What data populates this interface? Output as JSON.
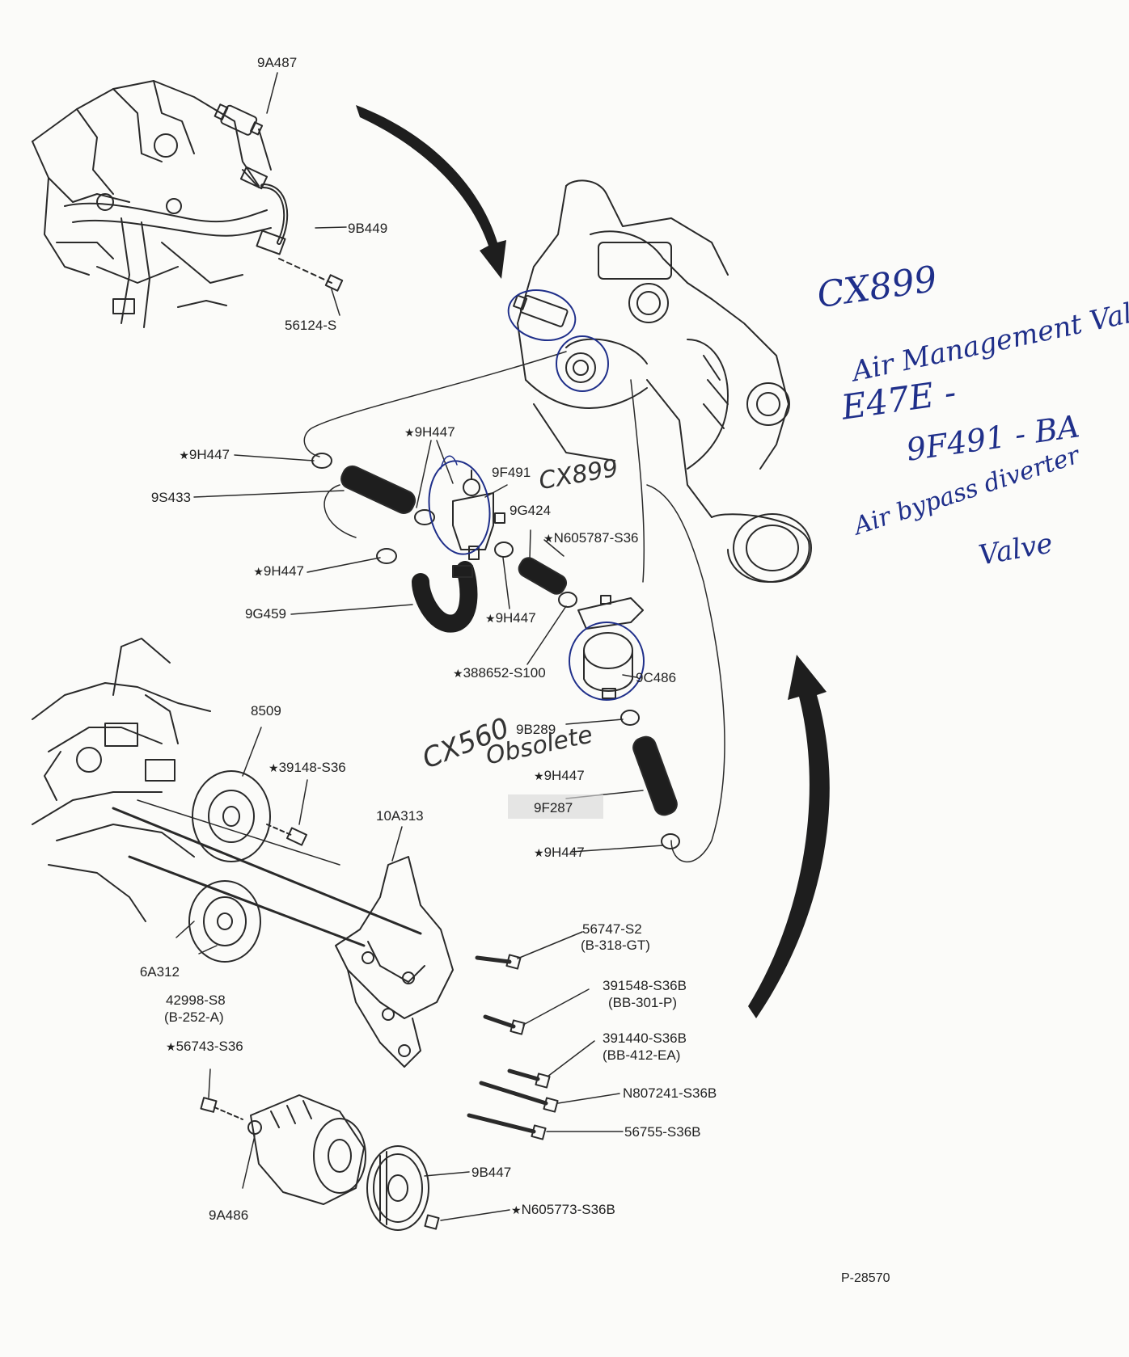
{
  "labels": {
    "p9A487": "9A487",
    "p9B449": "9B449",
    "p56124S": "56124-S",
    "p9H447a": "9H447",
    "p9H447b": "9H447",
    "p9S433": "9S433",
    "p9F491": "9F491",
    "p9G424": "9G424",
    "pN605787": "N605787-S36",
    "p9H447c": "9H447",
    "p9G459": "9G459",
    "p9H447d": "9H447",
    "p388652": "388652-S100",
    "p9C486": "9C486",
    "p9B289": "9B289",
    "p9H447e": "9H447",
    "p9F287": "9F287",
    "p9H447f": "9H447",
    "p8509": "8509",
    "p39148": "39148-S36",
    "p10A313": "10A313",
    "p56747": "56747-S2",
    "p56747sub": "(B-318-GT)",
    "p6A312": "6A312",
    "p42998": "42998-S8",
    "p42998sub": "(B-252-A)",
    "p391548": "391548-S36B",
    "p391548sub": "(BB-301-P)",
    "p391440": "391440-S36B",
    "p391440sub": "(BB-412-EA)",
    "p56743": "56743-S36",
    "pN807241": "N807241-S36B",
    "p56755": "56755-S36B",
    "p9B447": "9B447",
    "p9A486": "9A486",
    "pN605773": "N605773-S36B"
  },
  "figure_id": "P-28570",
  "handwriting": {
    "cx899_title": "CX899",
    "line1": "Air Management Valve",
    "line2": "E47E -",
    "line3": "9F491 - BA",
    "line4": "Air bypass diverter",
    "line5": "Valve",
    "cx899_near_part": "CX899",
    "cx560": "CX560",
    "obsolete": "Obsolete"
  },
  "colors": {
    "ink": "#222222",
    "pen": "#1f2f8a",
    "paper": "#fbfbf9"
  }
}
